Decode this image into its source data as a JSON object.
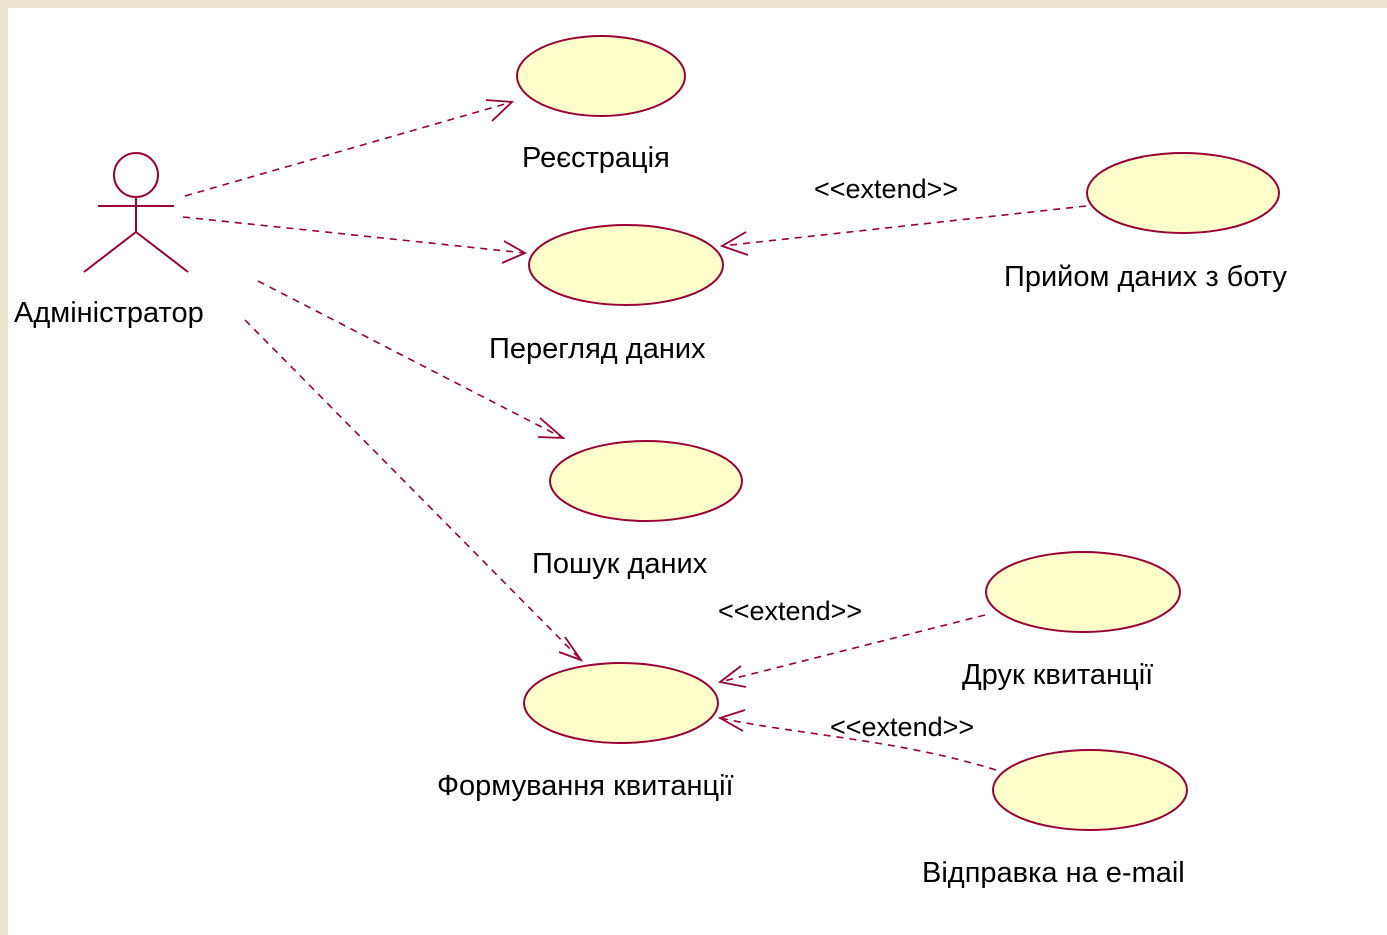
{
  "actor": {
    "name": "Адміністратор"
  },
  "use_cases": {
    "registration": "Реєстрація",
    "view_data": "Перегляд даних",
    "bot_data": "Прийом даних з боту",
    "search_data": "Пошук даних",
    "form_receipt": "Формування квитанції",
    "print_receipt": "Друк квитанції",
    "send_email": "Відправка на e-mail"
  },
  "relations": {
    "extend_bot": "<<extend>>",
    "extend_print": "<<extend>>",
    "extend_email": "<<extend>>"
  },
  "colors": {
    "use_case_fill": "#ffffcc",
    "line": "#990033",
    "frame": "#ece4cf"
  }
}
